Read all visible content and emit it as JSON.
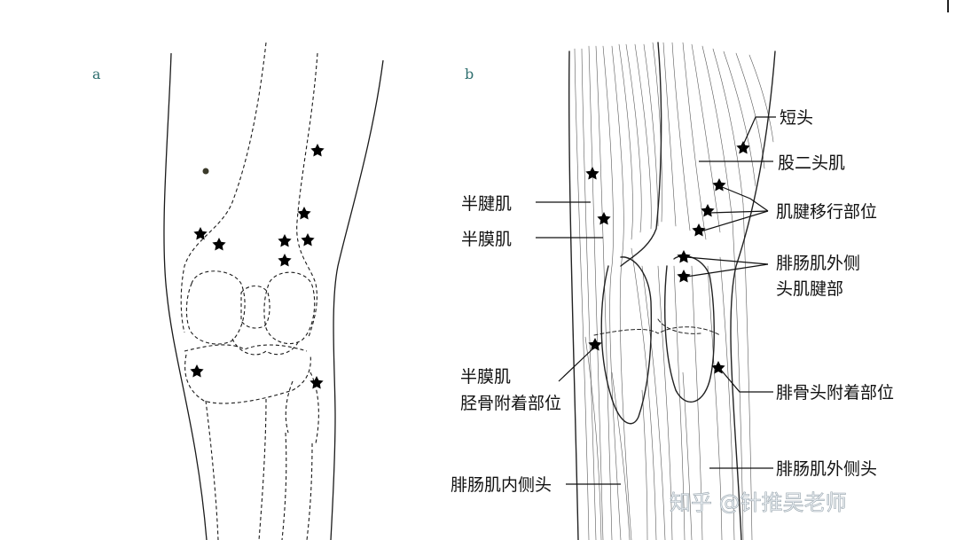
{
  "panels": {
    "a": "a",
    "b": "b"
  },
  "labels": {
    "short_head": "短头",
    "biceps_femoris": "股二头肌",
    "semitendinosus": "半腱肌",
    "semimembranosus": "半膜肌",
    "tendon_transition": "肌腱移行部位",
    "lat_gastroc_l1": "腓肠肌外侧",
    "lat_gastroc_l2": "头肌腱部",
    "semimem_attach_l1": "半膜肌",
    "semimem_attach_l2": "胫骨附着部位",
    "fibular_head_attach": "腓骨头附着部位",
    "medial_gastroc_head": "腓肠肌内侧头",
    "lateral_gastroc_head": "腓肠肌外侧头"
  },
  "watermark": "知乎 @针推吴老师",
  "colors": {
    "star": "#0d7a63",
    "line": "#111111",
    "panel_letter": "#2f6f6f"
  },
  "icons": {
    "marker": "star-icon",
    "brand": "zhihu-logo"
  }
}
